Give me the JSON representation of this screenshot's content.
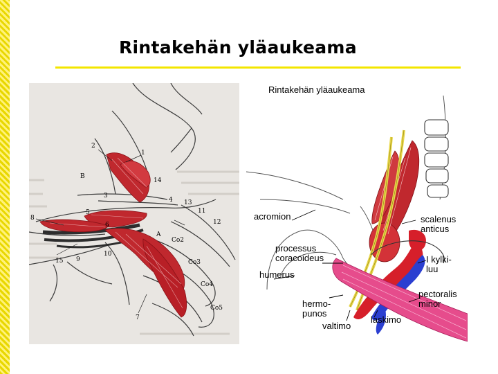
{
  "slide": {
    "title": "Rintakehän yläaukeama",
    "right_subtitle": "Rintakehän yläaukeama"
  },
  "left_figure": {
    "numbers": [
      "1",
      "2",
      "3",
      "4",
      "5",
      "6",
      "7",
      "8",
      "9",
      "10",
      "11",
      "12",
      "13",
      "14",
      "15",
      "B",
      "A",
      "Co2",
      "Co3",
      "Co4",
      "Co5"
    ]
  },
  "right_figure": {
    "labels": {
      "acromion": "acromion",
      "scalenus": "scalenus\nanticus",
      "processus": "processus\ncoracoideus",
      "kylkiluu": "I kylki-\nluu",
      "humerus": "humerus",
      "pectoralis": "pectoralis\nminor",
      "hermopunos": "hermo-\npunos",
      "valtimo": "valtimo",
      "laskimo": "laskimo"
    }
  },
  "colors": {
    "accent_yellow": "#f3e600",
    "muscle_red": "#c0282e",
    "pectoralis_pink": "#e64c8c",
    "vein_blue": "#2b3fd1",
    "nerve_yellow": "#e9d84a"
  }
}
